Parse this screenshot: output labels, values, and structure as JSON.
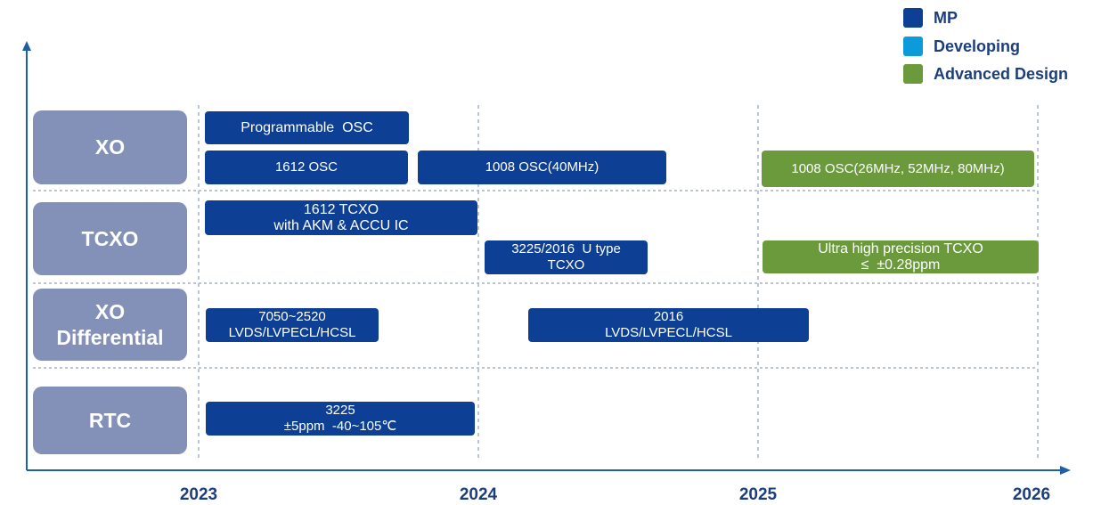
{
  "legend": [
    {
      "label": "MP",
      "color": "#0d3f95"
    },
    {
      "label": "Developing",
      "color": "#0c9bd8"
    },
    {
      "label": "Advanced Design",
      "color": "#6a9a3c"
    }
  ],
  "years": [
    "2023",
    "2024",
    "2025",
    "2026"
  ],
  "categories": [
    {
      "lines": [
        "XO"
      ]
    },
    {
      "lines": [
        "TCXO"
      ]
    },
    {
      "lines": [
        "XO",
        "Differential"
      ]
    },
    {
      "lines": [
        "RTC"
      ]
    }
  ],
  "bars": [
    {
      "lines": [
        "Programmable  OSC"
      ],
      "status": "MP"
    },
    {
      "lines": [
        "1612 OSC"
      ],
      "status": "MP"
    },
    {
      "lines": [
        "1008 OSC(40MHz)"
      ],
      "status": "MP"
    },
    {
      "lines": [
        "1008 OSC(26MHz, 52MHz, 80MHz)"
      ],
      "status": "Advanced Design"
    },
    {
      "lines": [
        "1612 TCXO",
        "with AKM & ACCU IC"
      ],
      "status": "MP"
    },
    {
      "lines": [
        "3225/2016  U type",
        "TCXO"
      ],
      "status": "MP"
    },
    {
      "lines": [
        "Ultra high precision TCXO",
        "≤  ±0.28ppm"
      ],
      "status": "Advanced Design"
    },
    {
      "lines": [
        "7050~2520",
        "LVDS/LVPECL/HCSL"
      ],
      "status": "MP"
    },
    {
      "lines": [
        "2016",
        "LVDS/LVPECL/HCSL"
      ],
      "status": "MP"
    },
    {
      "lines": [
        "3225",
        "±5ppm  -40~105℃"
      ],
      "status": "MP"
    }
  ],
  "axis_color": "#1f5fa6",
  "grid_color": "#9fb3cc"
}
